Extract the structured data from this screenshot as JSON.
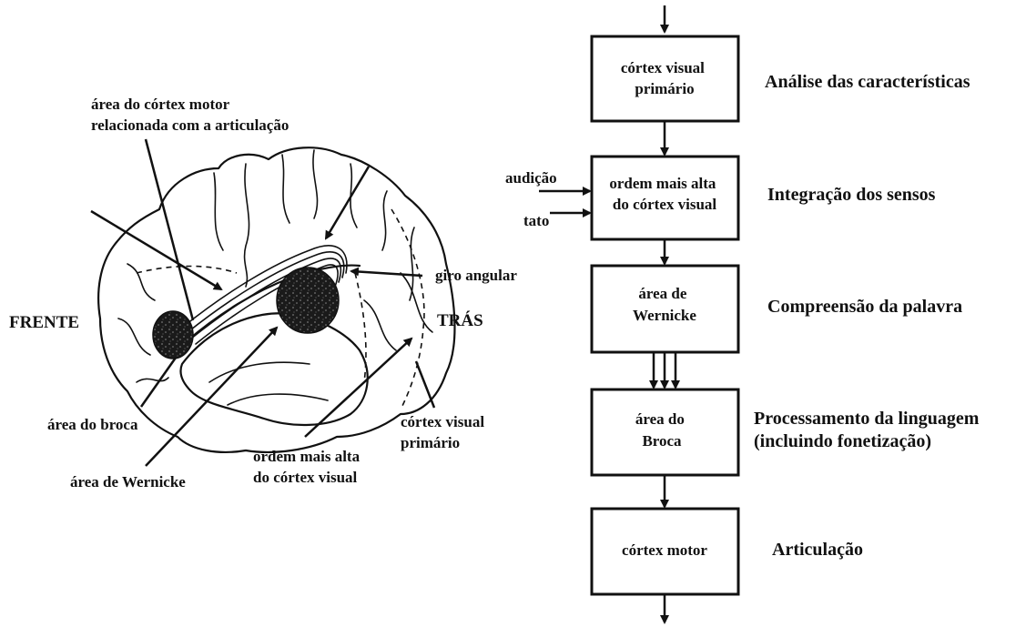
{
  "brain": {
    "labels": {
      "motor_cortex": [
        "área do córtex motor",
        "relacionada com a articulação"
      ],
      "front": "FRENTE",
      "back": "TRÁS",
      "angular_gyrus": "giro angular",
      "broca": "área do broca",
      "wernicke": "área de Wernicke",
      "higher_visual": [
        "ordem mais alta",
        "do córtex visual"
      ],
      "primary_visual": [
        "córtex visual",
        "primário"
      ]
    }
  },
  "flow": {
    "boxes": [
      {
        "lines": [
          "córtex visual",
          "primário"
        ],
        "stage": [
          "Análise das características"
        ]
      },
      {
        "lines": [
          "ordem mais alta",
          "do córtex visual"
        ],
        "stage": [
          "Integração dos sensos"
        ]
      },
      {
        "lines": [
          "área de",
          "Wernicke"
        ],
        "stage": [
          "Compreensão da palavra"
        ]
      },
      {
        "lines": [
          "área do",
          "Broca"
        ],
        "stage": [
          "Processamento da linguagem",
          "(incluindo fonetização)"
        ]
      },
      {
        "lines": [
          "córtex motor"
        ],
        "stage": [
          "Articulação"
        ]
      }
    ],
    "inputs": [
      "audição",
      "tato"
    ]
  }
}
